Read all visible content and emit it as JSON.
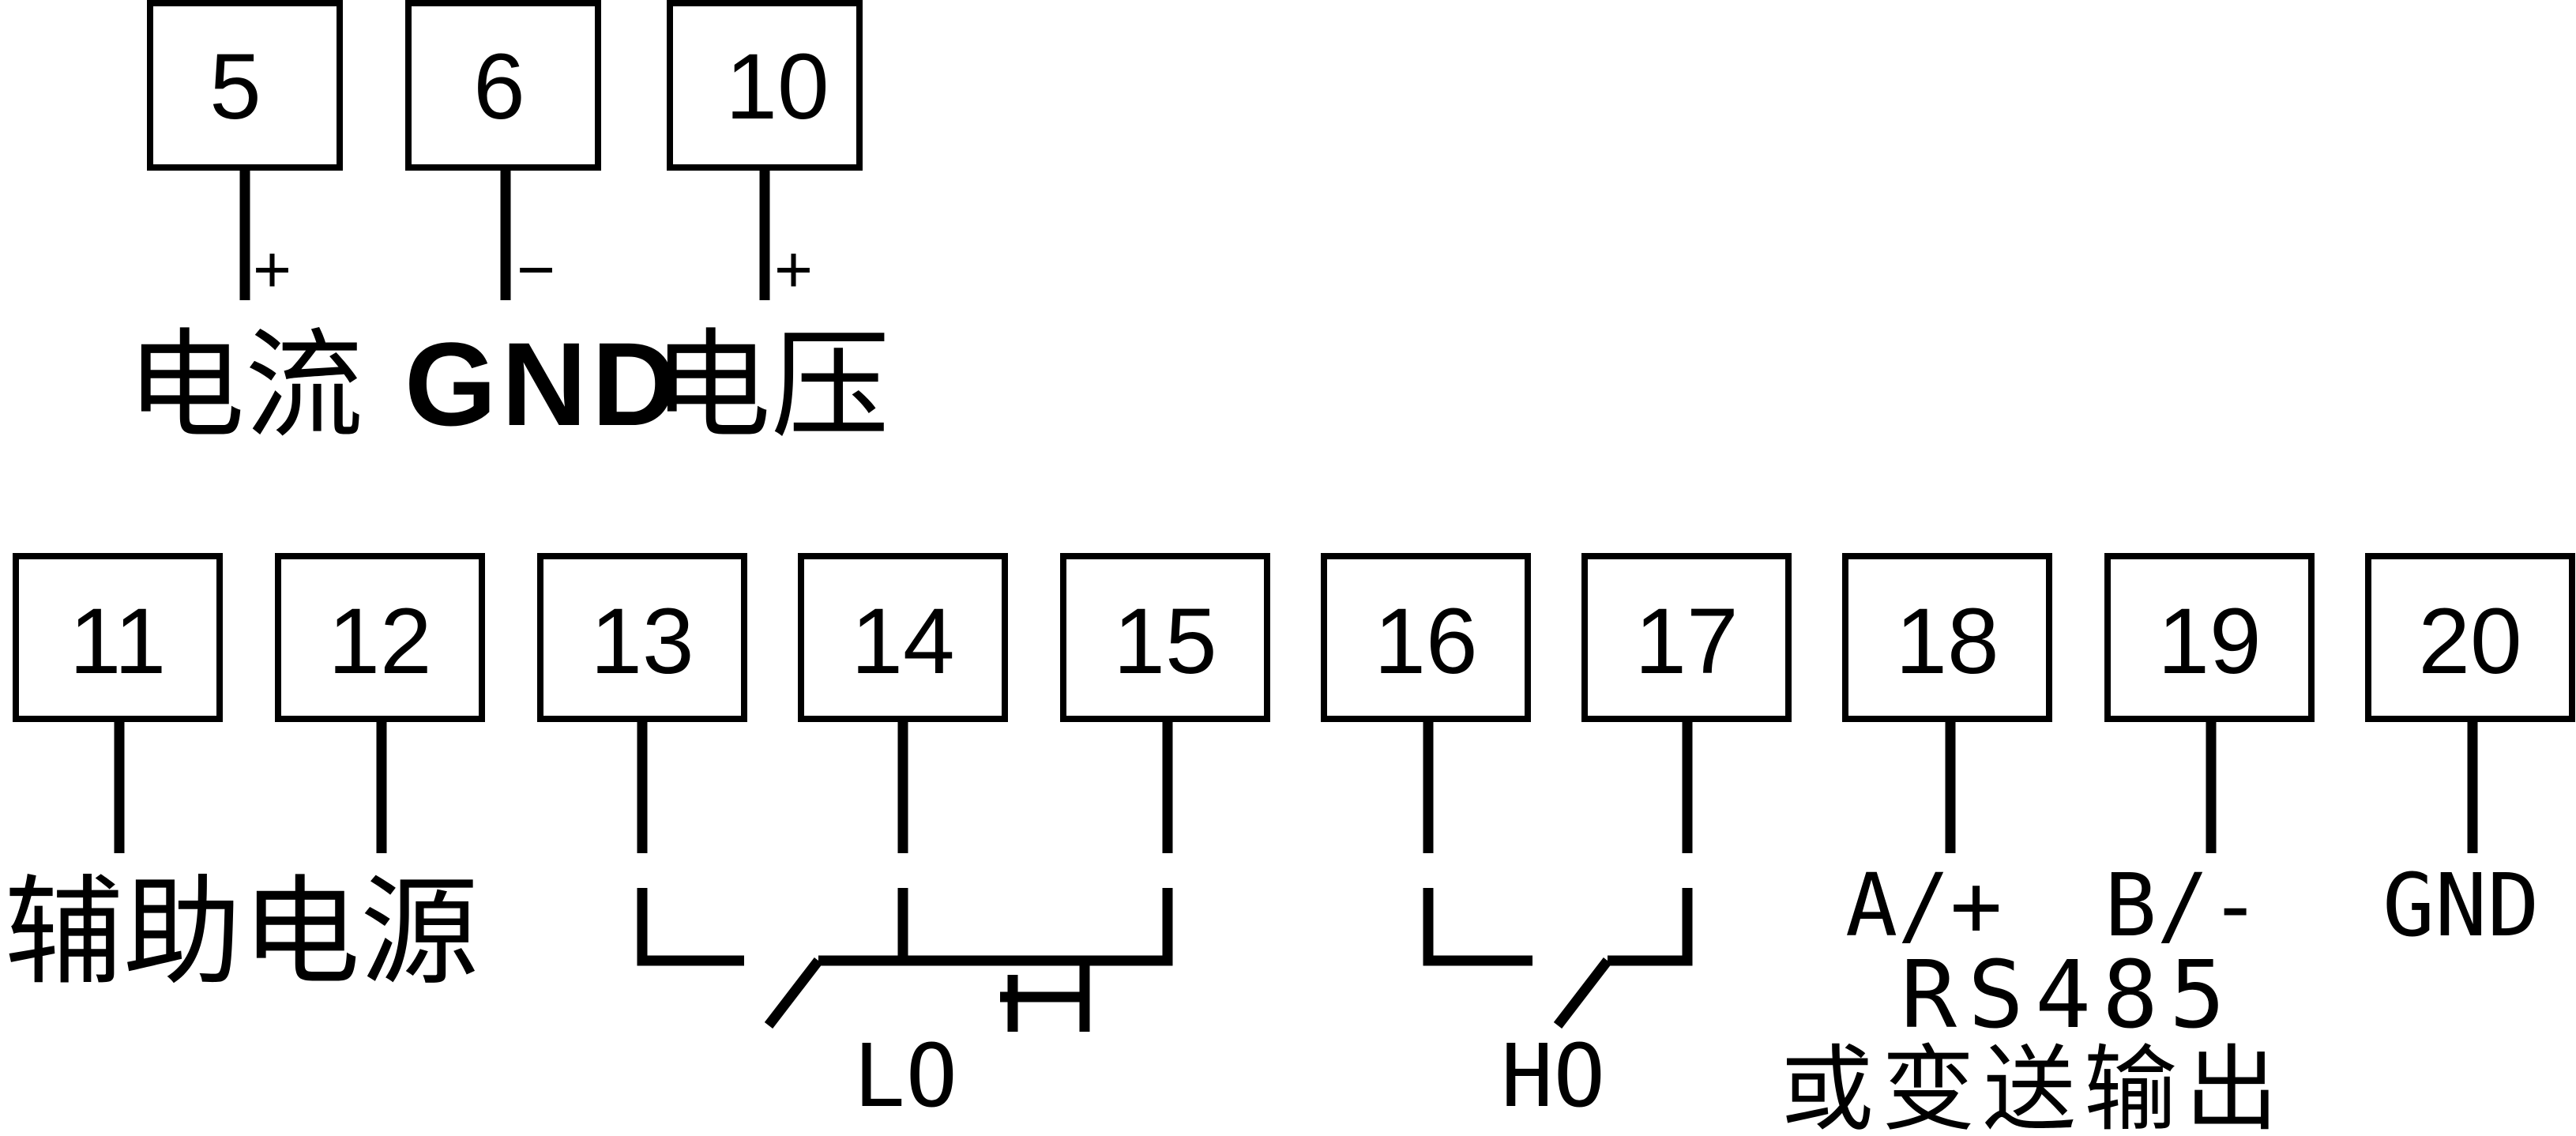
{
  "top_terminals": [
    {
      "number": "5",
      "sign": "+"
    },
    {
      "number": "6",
      "sign": "−"
    },
    {
      "number": "10",
      "sign": "+"
    }
  ],
  "top_labels": {
    "current": "电流",
    "gnd": "GND",
    "voltage": "电压"
  },
  "bottom_terminals": [
    "11",
    "12",
    "13",
    "14",
    "15",
    "16",
    "17",
    "18",
    "19",
    "20"
  ],
  "bottom_labels": {
    "aux_power": "辅助电源",
    "lo": "LO",
    "ho": "HO",
    "a_plus": "A/+",
    "b_minus": "B/-",
    "gnd": "GND",
    "rs485": "RS485",
    "or_transmit_output": "或变送输出"
  }
}
